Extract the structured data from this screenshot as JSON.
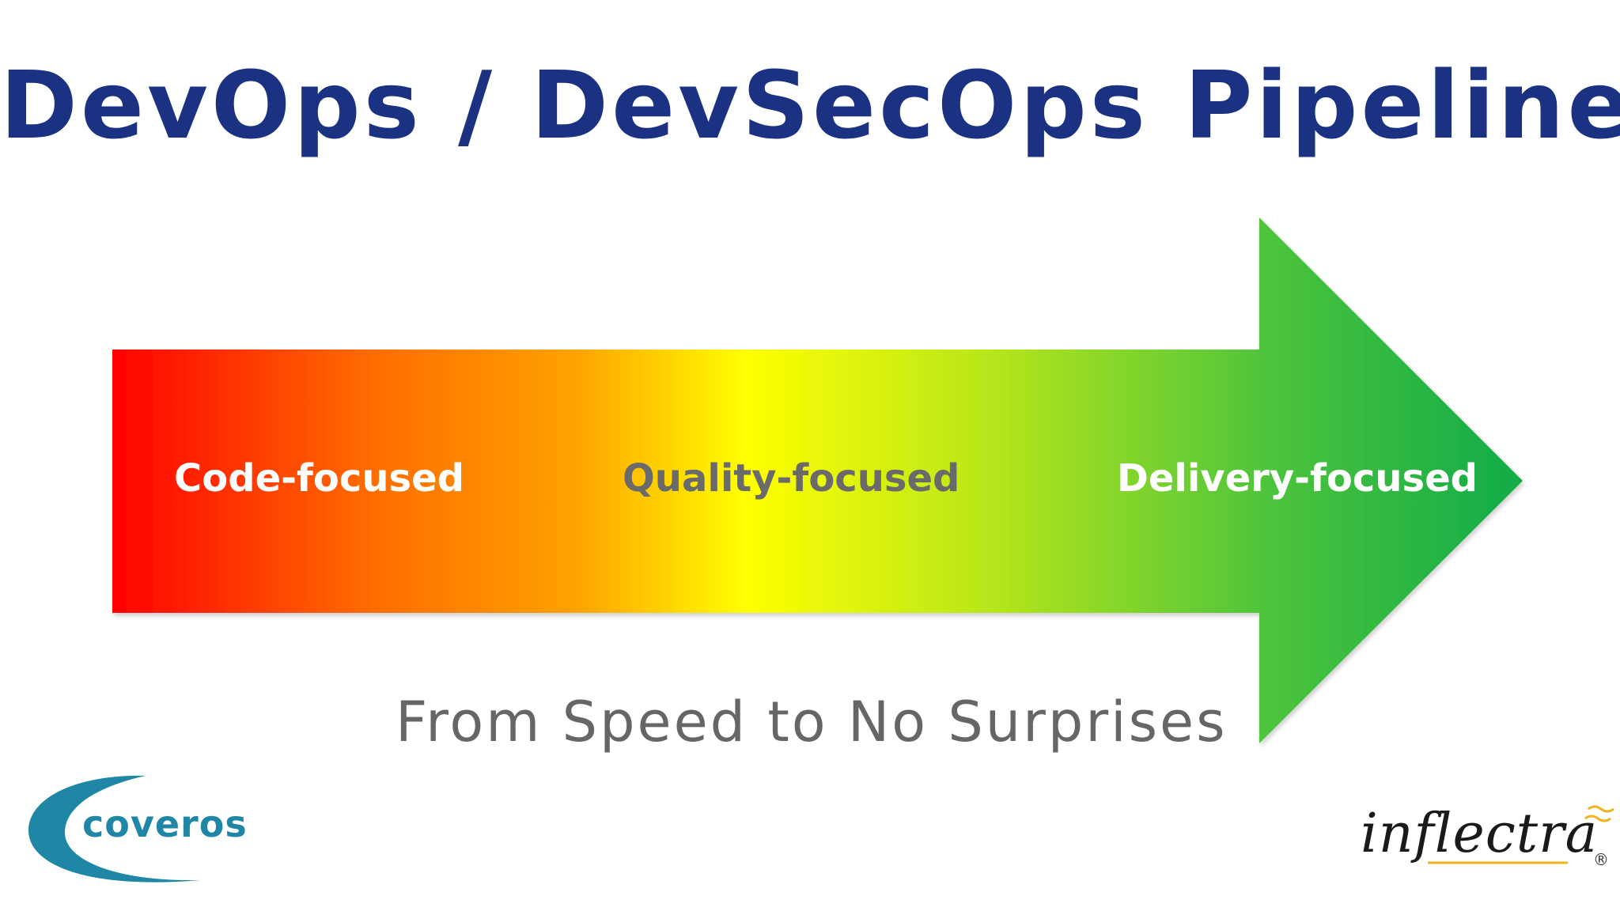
{
  "title": "DevOps / DevSecOps Pipelines",
  "stages": [
    {
      "label": "Code-focused"
    },
    {
      "label": "Quality-focused"
    },
    {
      "label": "Delivery-focused"
    }
  ],
  "subtitle": "From Speed to No Surprises",
  "logos": {
    "left": {
      "text": "coveros"
    },
    "right": {
      "text": "inflectra",
      "mark": "®"
    }
  },
  "colors": {
    "title": "#1b3282",
    "gradient": [
      "#ff0000",
      "#ff6a00",
      "#ffd000",
      "#ffff00",
      "#b8e61a",
      "#4dc43c",
      "#11ab48"
    ]
  }
}
